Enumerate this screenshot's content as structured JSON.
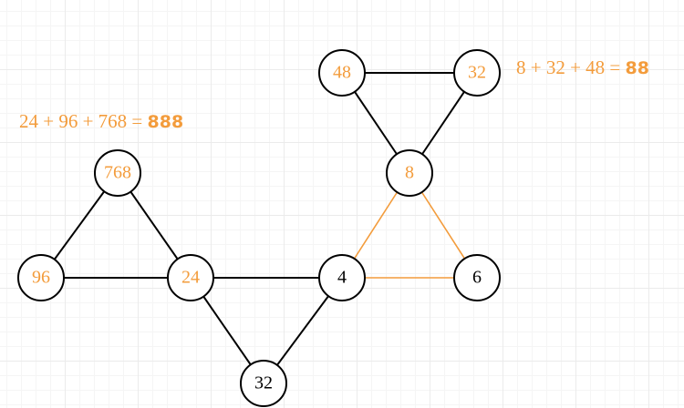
{
  "colors": {
    "highlight": "#f39c3c",
    "default": "#000000"
  },
  "nodes": [
    {
      "id": "n768",
      "label": "768",
      "color": "highlight"
    },
    {
      "id": "n96",
      "label": "96",
      "color": "highlight"
    },
    {
      "id": "n24",
      "label": "24",
      "color": "highlight"
    },
    {
      "id": "n32b",
      "label": "32",
      "color": "default"
    },
    {
      "id": "n4",
      "label": "4",
      "color": "default"
    },
    {
      "id": "n8",
      "label": "8",
      "color": "highlight"
    },
    {
      "id": "n6",
      "label": "6",
      "color": "default"
    },
    {
      "id": "n48",
      "label": "48",
      "color": "highlight"
    },
    {
      "id": "n32t",
      "label": "32",
      "color": "highlight"
    }
  ],
  "edges": [
    {
      "from": "n768",
      "to": "n96",
      "color": "default"
    },
    {
      "from": "n768",
      "to": "n24",
      "color": "default"
    },
    {
      "from": "n96",
      "to": "n24",
      "color": "default"
    },
    {
      "from": "n24",
      "to": "n4",
      "color": "default"
    },
    {
      "from": "n24",
      "to": "n32b",
      "color": "default"
    },
    {
      "from": "n32b",
      "to": "n4",
      "color": "default"
    },
    {
      "from": "n4",
      "to": "n8",
      "color": "highlight"
    },
    {
      "from": "n4",
      "to": "n6",
      "color": "highlight"
    },
    {
      "from": "n8",
      "to": "n6",
      "color": "highlight"
    },
    {
      "from": "n8",
      "to": "n48",
      "color": "default"
    },
    {
      "from": "n8",
      "to": "n32t",
      "color": "default"
    },
    {
      "from": "n48",
      "to": "n32t",
      "color": "default"
    }
  ],
  "sums": {
    "left": {
      "expression": "24 + 96 + 768 =",
      "total": "888"
    },
    "right": {
      "expression": "8 + 32 + 48 =",
      "total": "88"
    }
  }
}
